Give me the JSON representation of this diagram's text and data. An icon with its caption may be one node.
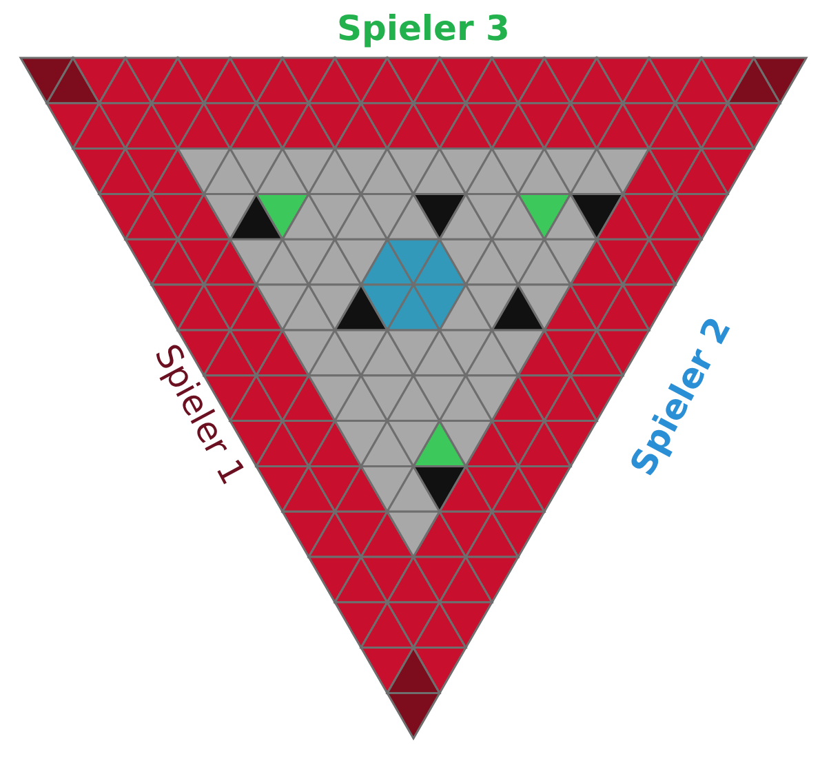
{
  "diagram": {
    "labels": [
      "Spieler 3",
      "Spieler 2",
      "Spieler 1"
    ]
  }
}
